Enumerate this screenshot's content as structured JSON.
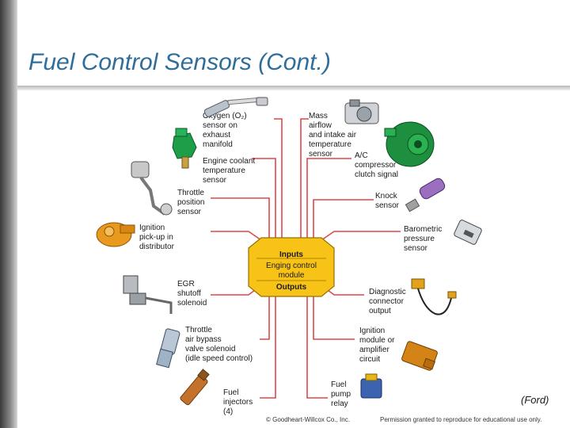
{
  "slide": {
    "title": "Fuel Control Sensors (Cont.)",
    "credit": "(Ford)",
    "footer_copyright": "© Goodheart-Willcox Co., Inc.",
    "footer_permission": "Permission granted to reproduce for educational use only."
  },
  "colors": {
    "title": "#2f6e9a",
    "connector_line": "#e0474c",
    "module_fill": "#f7c317"
  },
  "module": {
    "inputs": "Inputs",
    "line1": "Enging control",
    "line2": "module",
    "outputs": "Outputs"
  },
  "inputs": [
    {
      "id": "o2",
      "lines": [
        "Oxygen (O₂)",
        "sensor on",
        "exhaust",
        "manifold"
      ],
      "icon": "oxygen-sensor-icon"
    },
    {
      "id": "coolant",
      "lines": [
        "Engine coolant",
        "temperature",
        "sensor"
      ],
      "icon": "coolant-sensor-icon"
    },
    {
      "id": "throttle-pos",
      "lines": [
        "Throttle",
        "position",
        "sensor"
      ],
      "icon": "throttle-position-sensor-icon"
    },
    {
      "id": "ignition-pickup",
      "lines": [
        "Ignition",
        "pick-up in",
        "distributor"
      ],
      "icon": "distributor-pickup-icon"
    },
    {
      "id": "maf",
      "lines": [
        "Mass",
        "airflow",
        "and intake air",
        "temperature",
        "sensor"
      ],
      "icon": "mass-airflow-sensor-icon"
    },
    {
      "id": "ac",
      "lines": [
        "A/C",
        "compressor",
        "clutch signal"
      ],
      "icon": "ac-compressor-icon"
    },
    {
      "id": "knock",
      "lines": [
        "Knock",
        "sensor"
      ],
      "icon": "knock-sensor-icon"
    },
    {
      "id": "baro",
      "lines": [
        "Barometric",
        "pressure",
        "sensor"
      ],
      "icon": "barometric-sensor-icon"
    }
  ],
  "outputs": [
    {
      "id": "egr",
      "lines": [
        "EGR",
        "shutoff",
        "solenoid"
      ],
      "icon": "egr-solenoid-icon"
    },
    {
      "id": "bypass",
      "lines": [
        "Throttle",
        "air bypass",
        "valve solenoid",
        "(idle speed control)"
      ],
      "icon": "air-bypass-valve-icon"
    },
    {
      "id": "injectors",
      "lines": [
        "Fuel",
        "injectors",
        "(4)"
      ],
      "icon": "fuel-injector-icon"
    },
    {
      "id": "diag",
      "lines": [
        "Diagnostic",
        "connector",
        "output"
      ],
      "icon": "diagnostic-connector-icon"
    },
    {
      "id": "ign-module",
      "lines": [
        "Ignition",
        "module or",
        "amplifier",
        "circuit"
      ],
      "icon": "ignition-module-icon"
    },
    {
      "id": "pump-relay",
      "lines": [
        "Fuel",
        "pump",
        "relay"
      ],
      "icon": "fuel-pump-relay-icon"
    }
  ]
}
